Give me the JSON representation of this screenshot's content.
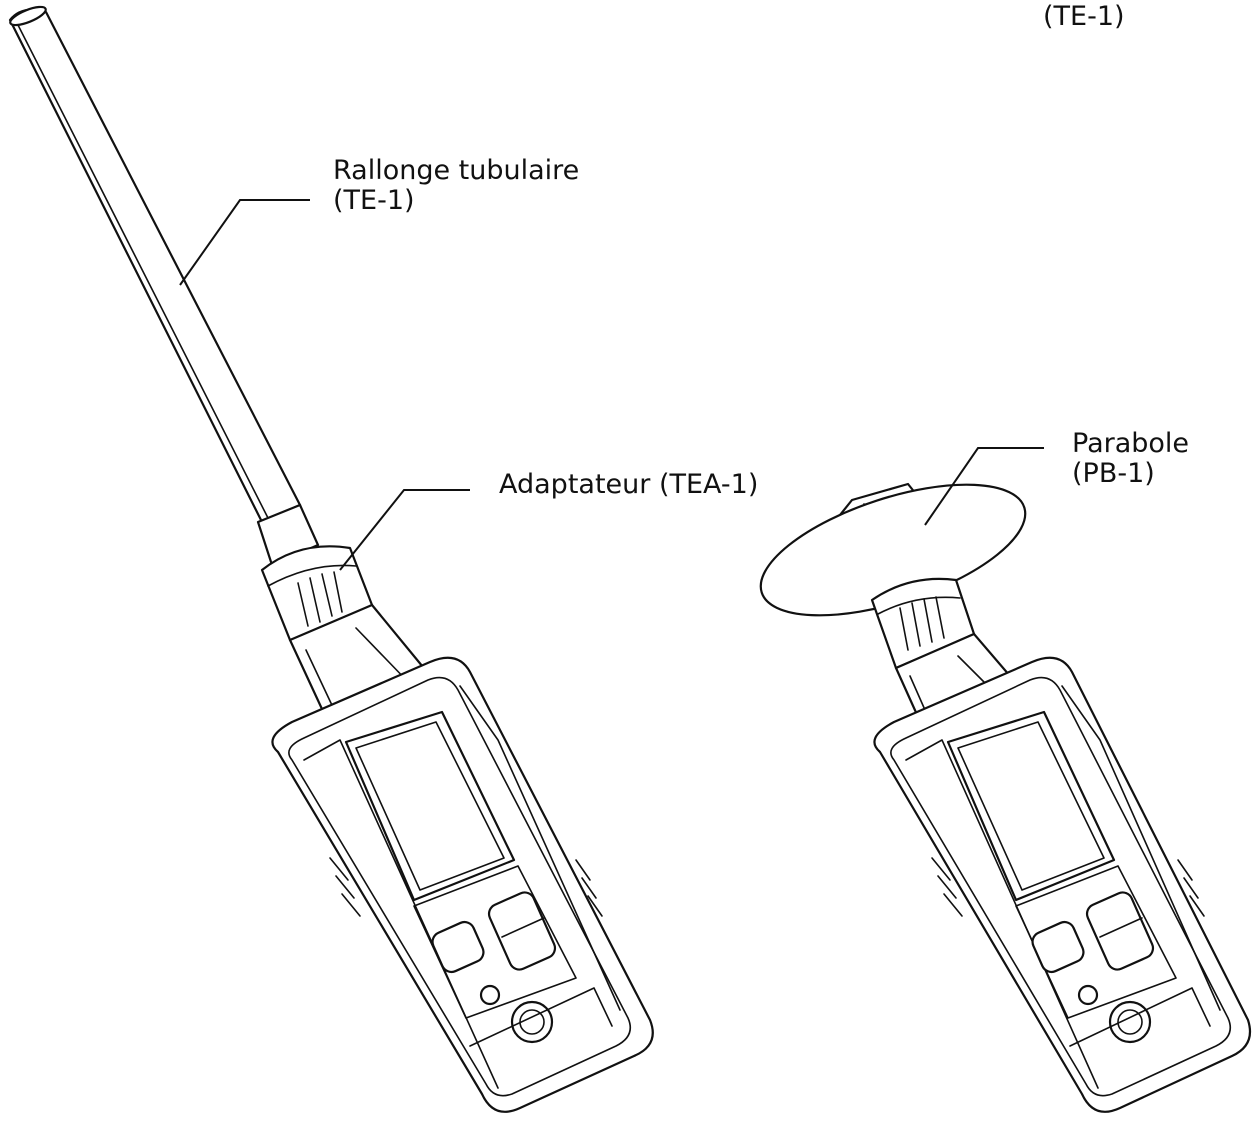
{
  "labels": {
    "top_right_fragment": "(TE-1)",
    "tube_extension_name": "Rallonge tubulaire",
    "tube_extension_code": "(TE-1)",
    "adapter": "Adaptateur (TEA-1)",
    "parabola_name": "Parabole",
    "parabola_code": "(PB-1)"
  }
}
